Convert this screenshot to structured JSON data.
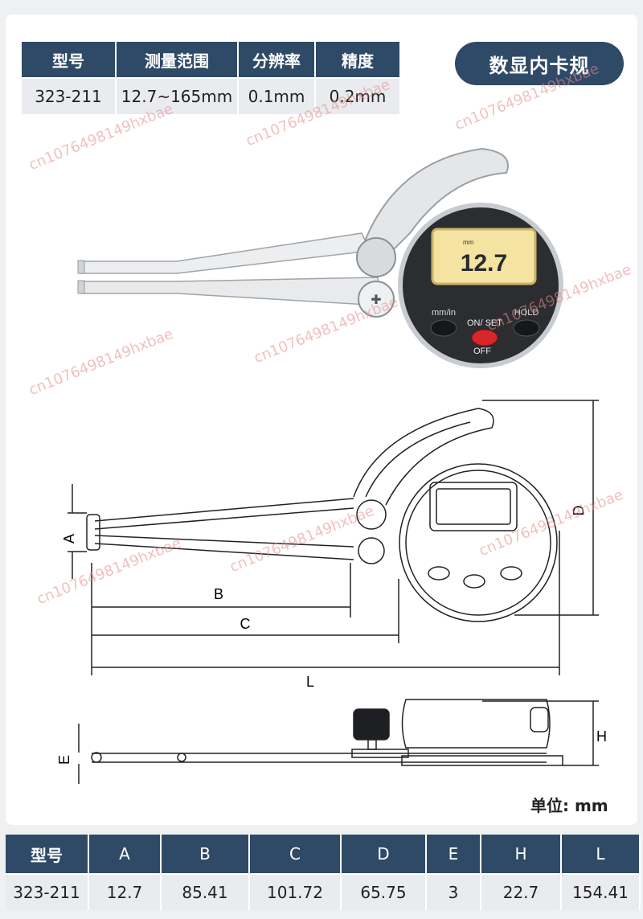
{
  "spec_table": {
    "headers": [
      "型号",
      "测量范围",
      "分辨率",
      "精度"
    ],
    "row": [
      "323-211",
      "12.7~165mm",
      "0.1mm",
      "0.2mm"
    ]
  },
  "product_title": "数显内卡规",
  "device": {
    "display_value": "12.7",
    "display_unit": "mm",
    "button_mm_in": "mm/in",
    "button_on_set": "ON/ SET",
    "button_off": "OFF",
    "button_hold": "HOLD"
  },
  "dimension_labels": {
    "A": "A",
    "B": "B",
    "C": "C",
    "D": "D",
    "L": "L",
    "E": "E",
    "H": "H"
  },
  "unit_note": "单位: mm",
  "dim_table": {
    "headers": [
      "型号",
      "A",
      "B",
      "C",
      "D",
      "E",
      "H",
      "L"
    ],
    "row": [
      "323-211",
      "12.7",
      "85.41",
      "101.72",
      "65.75",
      "3",
      "22.7",
      "154.41"
    ]
  },
  "watermark": "cn1076498149hxbae",
  "colors": {
    "header_bg": "#2f4a66",
    "cell_bg": "#e9ebee",
    "lcd": "#f4e3a1",
    "on_button": "#d8262b"
  }
}
